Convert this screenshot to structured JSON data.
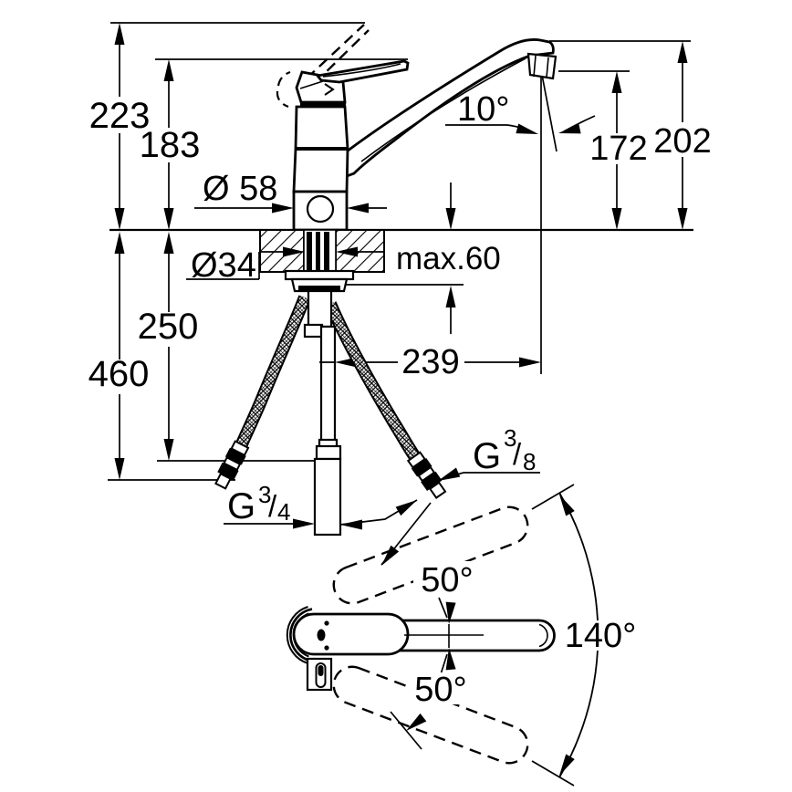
{
  "figure": {
    "type": "technical installation dimension drawing",
    "subject": "single-lever sink mixer tap, side view with installation depths and top view with swivel range",
    "ink": "#000000",
    "background": "#ffffff"
  },
  "side_view": {
    "height_total": "223",
    "height_to_lever": "183",
    "height_spout_arc": "202",
    "height_outlet": "172",
    "outlet_angle": "10°",
    "base_diameter": "Ø 58",
    "hole_diameter": "Ø34",
    "counter_thickness": "max.60",
    "spout_reach": "239",
    "depth_to_supply": "250",
    "depth_to_hose_end": "460",
    "supply_thread": {
      "letter": "G",
      "numerator": "3",
      "slash": "/",
      "denominator": "4"
    },
    "hose_thread": {
      "letter": "G",
      "numerator": "3",
      "slash": "/",
      "denominator": "8"
    }
  },
  "top_view": {
    "swivel_upper": "50°",
    "swivel_total": "140°",
    "swivel_lower": "50°"
  }
}
